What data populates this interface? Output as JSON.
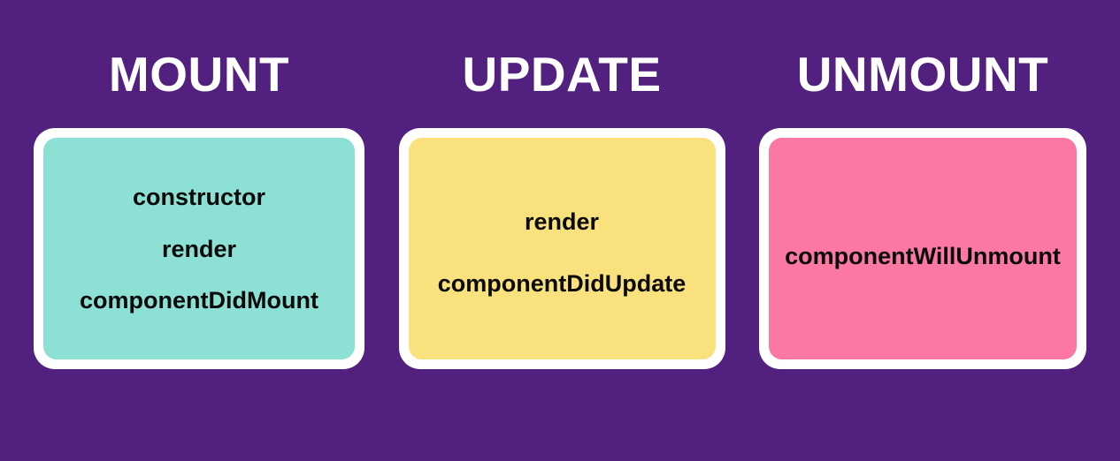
{
  "slide": {
    "background_color": "#52207F",
    "title_color": "#FFFFFF",
    "card_border_color": "#FFFFFF",
    "text_color": "#0A0A0A"
  },
  "columns": [
    {
      "heading": "MOUNT",
      "card_color": "#8CE0D4",
      "methods": [
        "constructor",
        "render",
        "componentDidMount"
      ]
    },
    {
      "heading": "UPDATE",
      "card_color": "#F9E17D",
      "methods": [
        "render",
        "componentDidUpdate"
      ]
    },
    {
      "heading": "UNMOUNT",
      "card_color": "#FB78A3",
      "methods": [
        "componentWillUnmount"
      ]
    }
  ]
}
